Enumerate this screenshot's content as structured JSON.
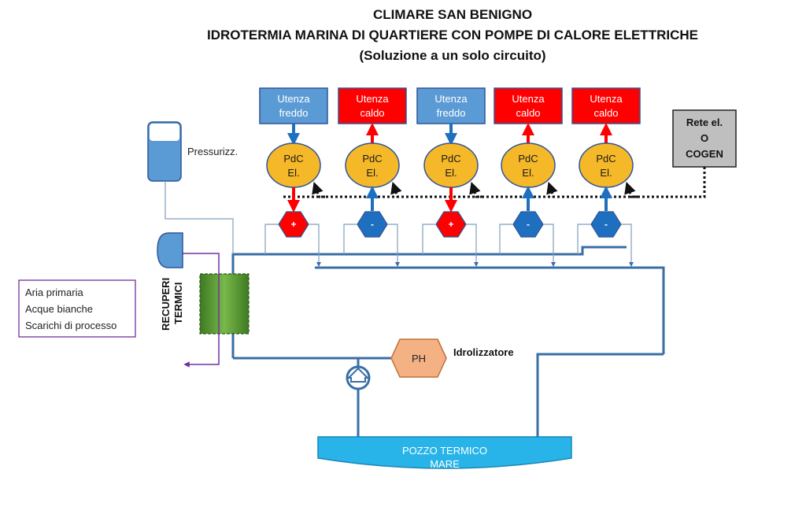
{
  "title": {
    "line1": "CLIMARE  SAN  BENIGNO",
    "line2": "IDROTERMIA MARINA  DI  QUARTIERE  CON  POMPE  DI  CALORE  ELETTRICHE",
    "line3": "(Soluzione a  un solo circuito)"
  },
  "units": [
    {
      "line1": "Utenza",
      "line2": "freddo",
      "type": "cold",
      "sign": "+",
      "pdc1": "PdC",
      "pdc2": "El."
    },
    {
      "line1": "Utenza",
      "line2": "caldo",
      "type": "hot",
      "sign": "-",
      "pdc1": "PdC",
      "pdc2": "El."
    },
    {
      "line1": "Utenza",
      "line2": "freddo",
      "type": "cold",
      "sign": "+",
      "pdc1": "PdC",
      "pdc2": "El."
    },
    {
      "line1": "Utenza",
      "line2": "caldo",
      "type": "hot",
      "sign": "-",
      "pdc1": "PdC",
      "pdc2": "El."
    },
    {
      "line1": "Utenza",
      "line2": "caldo",
      "type": "hot",
      "sign": "-",
      "pdc1": "PdC",
      "pdc2": "El."
    }
  ],
  "grid": {
    "line1": "Rete el.",
    "line2": "O",
    "line3": "COGEN"
  },
  "pressurizer": "Pressurizz.",
  "recovery_label": {
    "line1": "RECUPERI",
    "line2": "TERMICI"
  },
  "sources": [
    "Aria primaria",
    "Acque bianche",
    "Scarichi di processo"
  ],
  "ph": {
    "label": "PH",
    "name": "Idrolizzatore"
  },
  "well": {
    "line1": "POZZO TERMICO",
    "line2": "MARE"
  },
  "colors": {
    "cold_box": "#5b9bd5",
    "hot_box": "#ff0000",
    "pdc_fill": "#f5b828",
    "pipe": "#3a6ea5",
    "minus_hex": "#1f6fc0",
    "plus_hex": "#ff0000",
    "well": "#28b4e8",
    "ph_fill": "#f4b183",
    "exchanger": "#4f8f2f",
    "grid_box": "#bfbfbf",
    "source_border": "#7030a0"
  }
}
